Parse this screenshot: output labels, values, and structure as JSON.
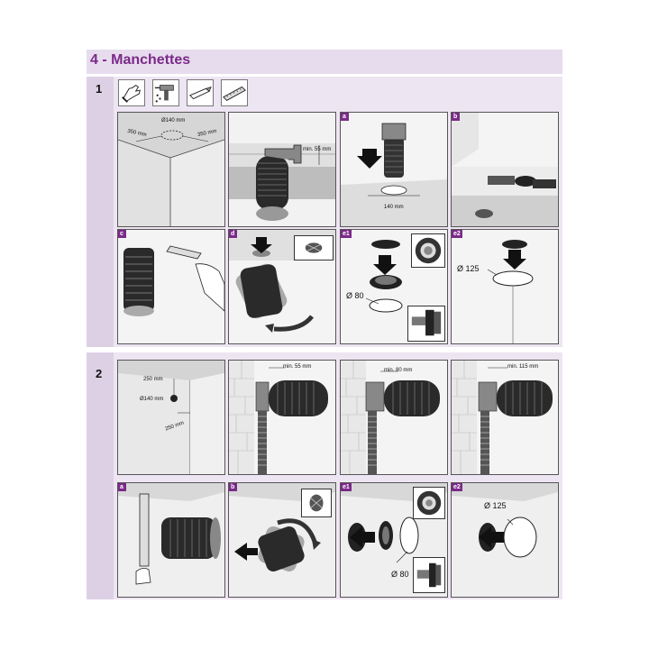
{
  "title": "4 - Manchettes",
  "steps": [
    "1",
    "2"
  ],
  "tools": [
    {
      "icon": "gloves-icon"
    },
    {
      "icon": "drill-icon"
    },
    {
      "icon": "utility-knife-icon"
    },
    {
      "icon": "tape-measure-icon"
    }
  ],
  "labels": {
    "diameter_140": "Ø140 mm",
    "dist_350": "350 mm",
    "min_55": "min. 55 mm",
    "size_140": "140 mm",
    "diameter_80": "Ø 80",
    "diameter_125": "Ø 125",
    "dist_250": "250 mm",
    "min_80": "min. 80 mm",
    "min_115": "min. 115 mm"
  },
  "tags": {
    "a": "a",
    "b": "b",
    "c": "c",
    "d": "d",
    "e1": "e1",
    "e2": "e2"
  },
  "colors": {
    "accent": "#7a2a88",
    "header_bg": "#e7dcee",
    "section_bg": "#eee5f2",
    "step_col": "#ddd0e5"
  }
}
